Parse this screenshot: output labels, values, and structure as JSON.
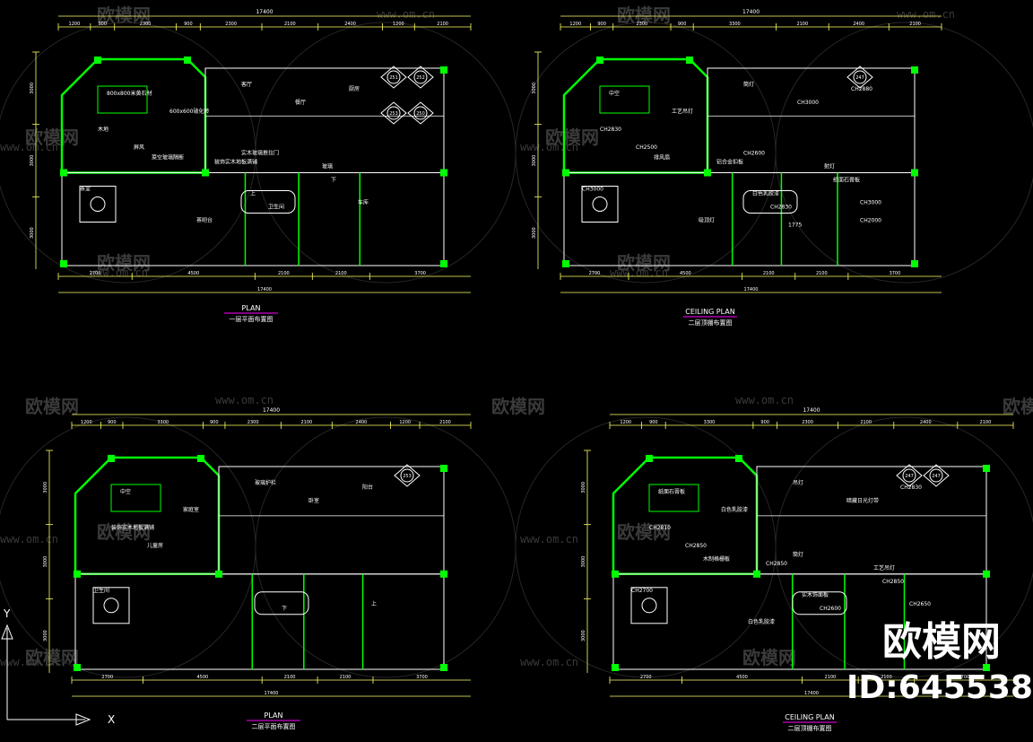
{
  "brand": {
    "name": "欧模网",
    "url": "www.om.cn",
    "id_label": "ID:645538"
  },
  "colors": {
    "wall": "#00ff00",
    "dim": "#ffff66",
    "furniture": "#ffffff",
    "title": "#ffffff",
    "underline": "#ff00ff",
    "text": "#cccccc"
  },
  "total_dimension": "17400",
  "panels": [
    {
      "key": "plan1",
      "title": "PLAN",
      "subtitle": "一层平面布置图",
      "top_dims": [
        "1200",
        "900",
        "2300",
        "900",
        "2300",
        "2100",
        "2400",
        "1200",
        "2100"
      ],
      "bottom_dims": [
        "2700",
        "4500",
        "2100",
        "2100",
        "3700"
      ],
      "side_dims": [
        "3000",
        "3000",
        "3000"
      ],
      "labels": [
        "800x800米黄石材",
        "600x600玻化砖",
        "客厅",
        "餐厅",
        "厨房",
        "木地",
        "屏风",
        "茶室",
        "卫生间",
        "车库",
        "装饰实木地板满铺",
        "实木玻璃推拉门",
        "玻璃",
        "下",
        "上",
        "茶吧台",
        "菜空玻璃隔断"
      ],
      "symbols": [
        "251",
        "252",
        "253",
        "250"
      ]
    },
    {
      "key": "ceiling1",
      "title": "CEILING PLAN",
      "subtitle": "二层顶棚布置图",
      "top_dims": [
        "1200",
        "900",
        "2300",
        "900",
        "3300",
        "2100",
        "2400",
        "2100"
      ],
      "bottom_dims": [
        "2700",
        "4500",
        "2100",
        "2100",
        "3700"
      ],
      "side_dims": [
        "3000",
        "3000",
        "3000"
      ],
      "labels": [
        "中空",
        "工艺吊灯",
        "筒灯",
        "CH3000",
        "CH2880",
        "CH2830",
        "CH2500",
        "CH3000",
        "CH2830",
        "CH3000",
        "铝合金扣板",
        "CH2600",
        "射灯",
        "纸面石膏板",
        "白色乳胶漆",
        "吸顶灯",
        "排风扇",
        "1775",
        "CH2000"
      ],
      "symbols": [
        "247"
      ]
    },
    {
      "key": "plan2",
      "title": "PLAN",
      "subtitle": "二层平面布置图",
      "top_dims": [
        "1200",
        "900",
        "3300",
        "900",
        "2300",
        "2100",
        "2400",
        "1200",
        "2100"
      ],
      "bottom_dims": [
        "2700",
        "4500",
        "2100",
        "2100",
        "3700"
      ],
      "side_dims": [
        "3000",
        "3000",
        "3000"
      ],
      "labels": [
        "中空",
        "家庭室",
        "玻璃护栏",
        "卧室",
        "阳台",
        "装饰实木地板满铺",
        "儿童房",
        "卫生间",
        "下",
        "上"
      ],
      "symbols": [
        "253"
      ]
    },
    {
      "key": "ceiling2",
      "title": "CEILING PLAN",
      "subtitle": "二层顶棚布置图",
      "top_dims": [
        "1200",
        "900",
        "3300",
        "900",
        "2300",
        "2100",
        "2400",
        "2100"
      ],
      "bottom_dims": [
        "2700",
        "4500",
        "2100",
        "2100",
        "3700"
      ],
      "side_dims": [
        "3000",
        "3000",
        "3000"
      ],
      "labels": [
        "纸面石膏板",
        "白色乳胶漆",
        "吊灯",
        "暗藏日光灯带",
        "CH2830",
        "CH2810",
        "CH2850",
        "CH2700",
        "CH2600",
        "CH2650",
        "CH2850",
        "筒灯",
        "工艺吊灯",
        "CH2850",
        "实木饰面板",
        "白色乳胶漆",
        "木制格栅板"
      ],
      "symbols": [
        "247",
        "247"
      ]
    }
  ],
  "axis": {
    "x": "X",
    "y": "Y"
  }
}
